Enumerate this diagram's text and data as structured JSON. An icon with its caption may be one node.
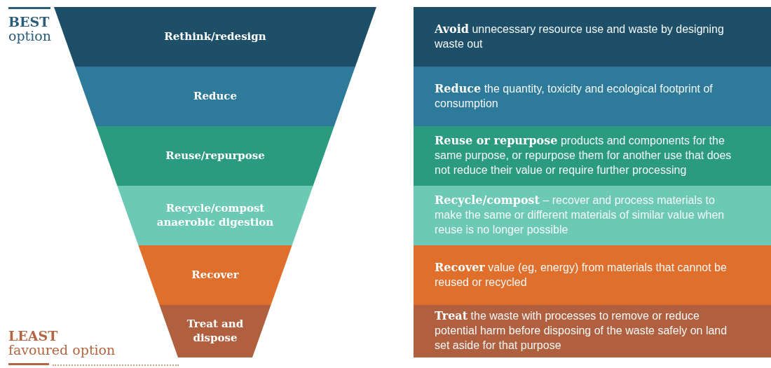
{
  "diagram": {
    "nodes": [
      {
        "text": [
          "Rethink/redesign"
        ]
      },
      {
        "text": [
          "Reduce"
        ]
      },
      {
        "text": [
          "Reuse/repurpose"
        ]
      },
      {
        "text": [
          "Recycle/compost anaerobic digestion"
        ]
      },
      {
        "text": [
          "Recover"
        ]
      },
      {
        "text": [
          "Treat and dispose"
        ]
      },
      {
        "text": [
          "**Avoid** unnecessary resource use and waste by designing waste out"
        ]
      },
      {
        "text": [
          "**Reduce** the quantity, toxicity and ecological footprint of consumption"
        ]
      },
      {
        "text": [
          "**Reuse or repurpose** products and components for the same purpose, or repurpose them for another use that does not reduce their value or require further processing"
        ]
      },
      {
        "text": [
          "**Recycle/compost** – recover and process materials to make the same or different materials of similar value when reuse is no longer possible"
        ]
      },
      {
        "text": [
          "**Recover** value (eg, energy) from materials that cannot be reused or recycled"
        ]
      },
      {
        "text": [
          "**Treat** the waste with processes to remove or reduce potential harm before disposing of the waste safely on land set aside for that purpose"
        ]
      }
    ],
    "labels": [
      "BEST",
      "option",
      "LEAST",
      "favoured option"
    ]
  }
}
